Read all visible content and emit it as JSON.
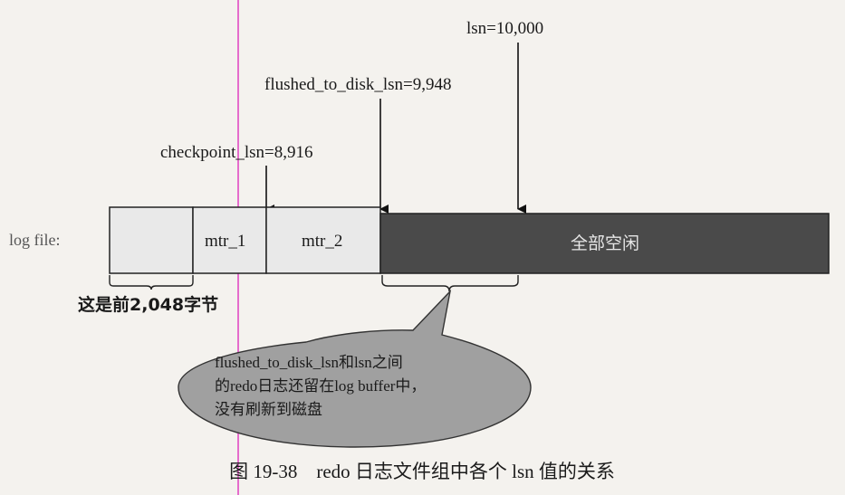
{
  "labels": {
    "lsn": "lsn=10,000",
    "flushed_to_disk_lsn": "flushed_to_disk_lsn=9,948",
    "checkpoint_lsn": "checkpoint_lsn=8,916",
    "log_file": "log file:",
    "first_bytes": "这是前2,048字节"
  },
  "segments": {
    "mtr_1": "mtr_1",
    "mtr_2": "mtr_2",
    "free": "全部空闲"
  },
  "callout": {
    "line1": "flushed_to_disk_lsn和lsn之间",
    "line2": "的redo日志还留在log buffer中，",
    "line3": "没有刷新到磁盘"
  },
  "caption": "图 19-38　redo 日志文件组中各个 lsn 值的关系",
  "colors": {
    "free_space": "#4a4a4a",
    "light_segment": "#e9e9e9",
    "callout_fill": "#a0a0a0",
    "guide_line": "#e040c0"
  }
}
